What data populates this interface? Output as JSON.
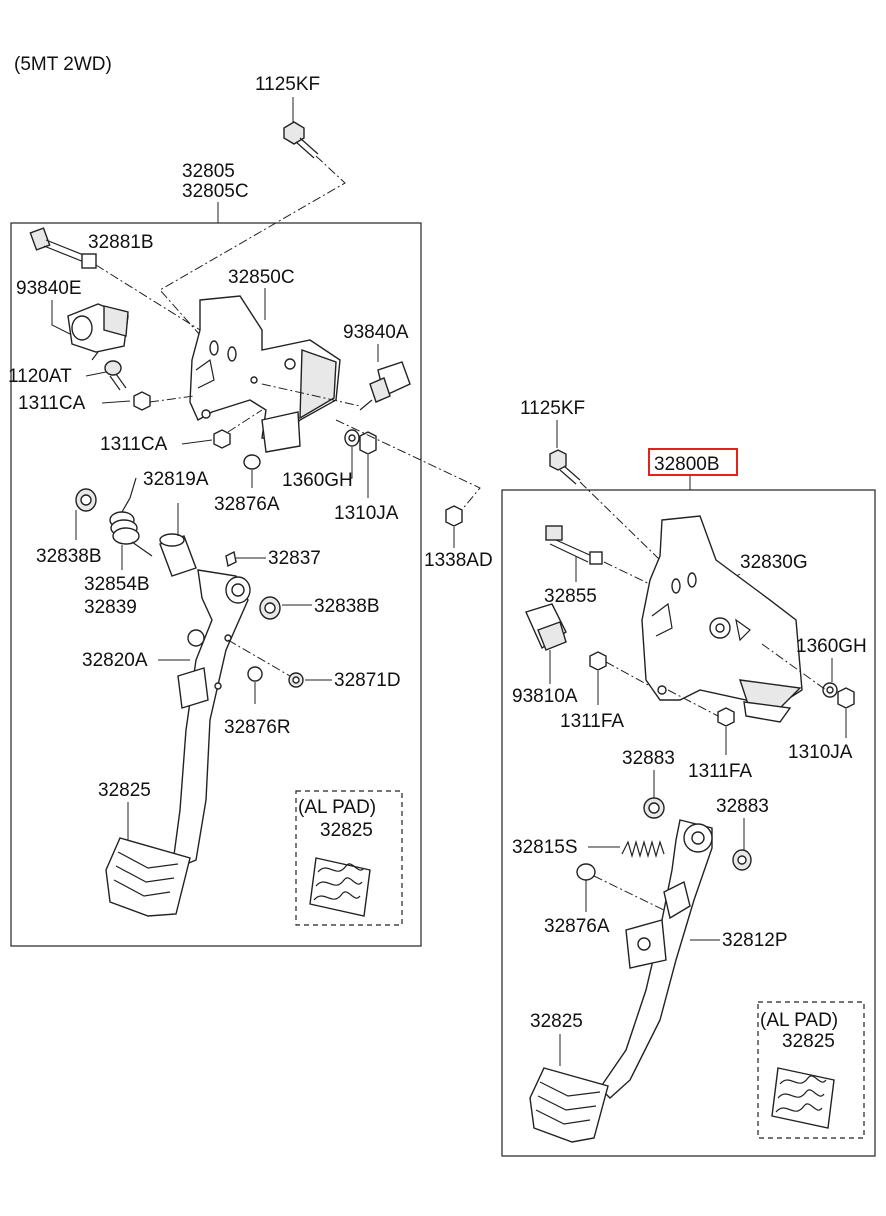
{
  "header": {
    "variant": "(5MT 2WD)"
  },
  "highlight_color": "#e0241b",
  "left_assembly": {
    "labels": {
      "bolt_top": "1125KF",
      "assy": "32805",
      "assy_c": "32805C",
      "bolt_32881b": "32881B",
      "switch_93840e": "93840E",
      "bracket_32850c": "32850C",
      "switch_93840a": "93840A",
      "bolt_1120at": "1120AT",
      "nut_1311ca_1": "1311CA",
      "nut_1311ca_2": "1311CA",
      "bush_1360gh": "1360GH",
      "nut_1310ja": "1310JA",
      "pin_32876a": "32876A",
      "spring_32819a": "32819A",
      "bush_32838b_1": "32838B",
      "spring_32854b": "32854B",
      "spring_32839": "32839",
      "clip_32837": "32837",
      "bush_32838b_2": "32838B",
      "arm_32820a": "32820A",
      "bush_32871d": "32871D",
      "pin_32876r": "32876R",
      "pad_32825": "32825",
      "al_pad_title": "(AL PAD)",
      "al_pad_part": "32825"
    }
  },
  "outside": {
    "nut_1338ad": "1338AD"
  },
  "right_assembly": {
    "labels": {
      "bolt_top": "1125KF",
      "assy_highlight": "32800B",
      "bracket_32830g": "32830G",
      "bolt_32855": "32855",
      "bush_1360gh": "1360GH",
      "switch_93810a": "93810A",
      "nut_1311fa_1": "1311FA",
      "nut_1311fa_2": "1311FA",
      "nut_1310ja": "1310JA",
      "bush_32883_1": "32883",
      "bush_32883_2": "32883",
      "spring_32815s": "32815S",
      "pin_32876a": "32876A",
      "arm_32812p": "32812P",
      "pad_32825": "32825",
      "al_pad_title": "(AL PAD)",
      "al_pad_part": "32825"
    }
  }
}
